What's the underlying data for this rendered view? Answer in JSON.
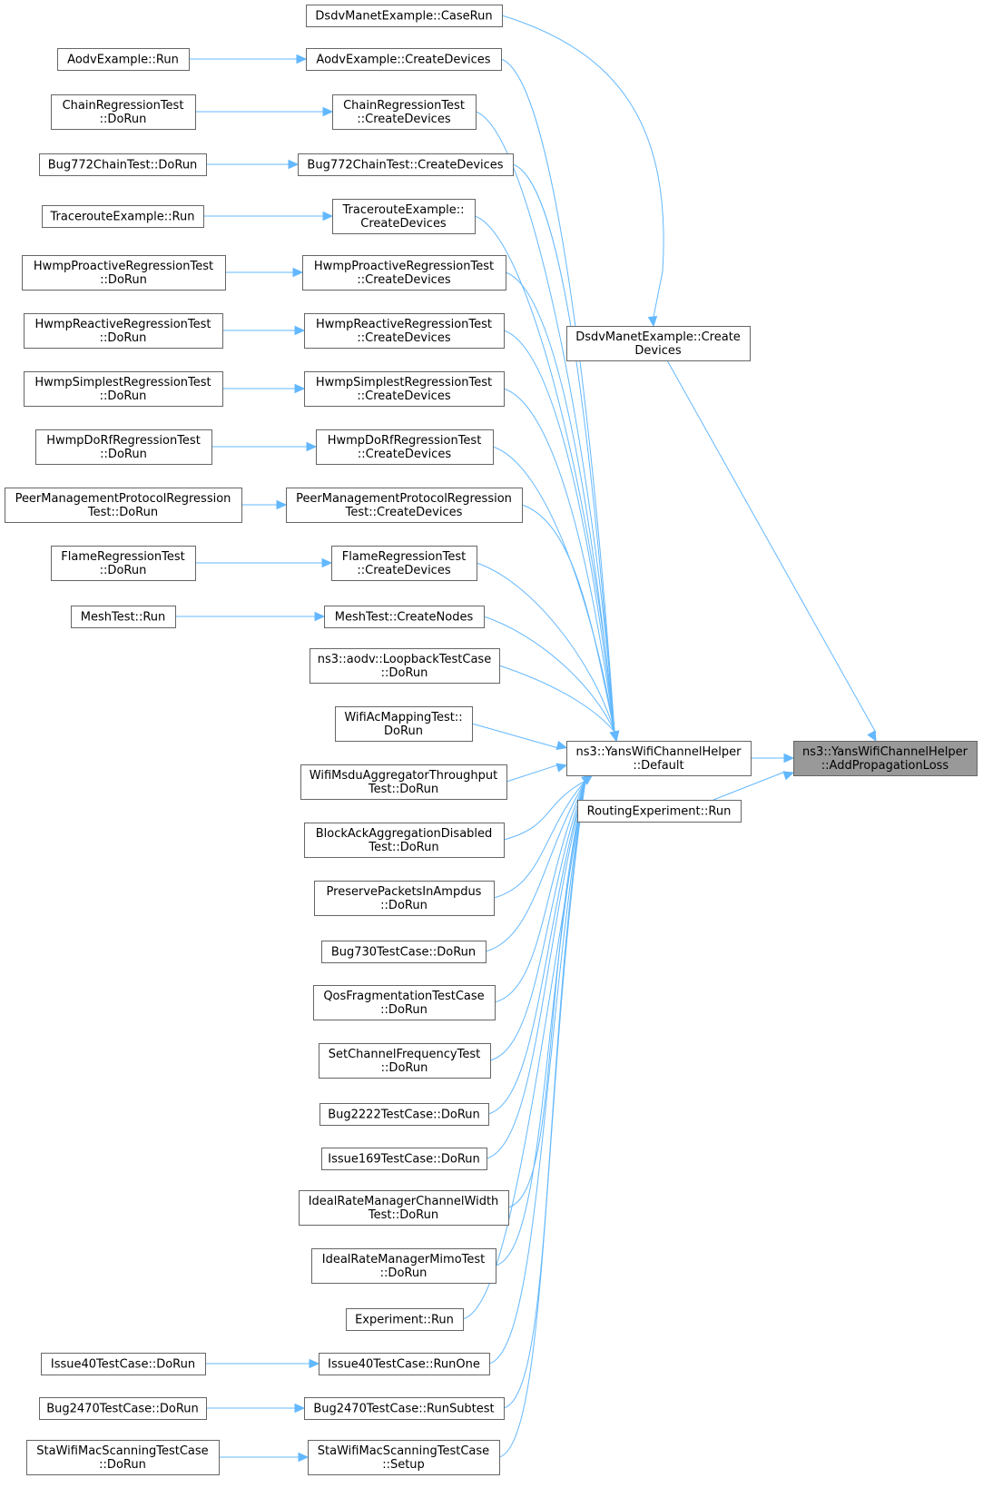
{
  "accent": "#63b8ff",
  "target_fill": "#999999",
  "nodes": {
    "target": [
      "ns3::YansWifiChannelHelper",
      "::AddPropagationLoss"
    ],
    "default": [
      "ns3::YansWifiChannelHelper",
      "::Default"
    ],
    "dsdvCreate": [
      "DsdvManetExample::Create",
      "Devices"
    ],
    "routingRun": [
      "RoutingExperiment::Run"
    ],
    "dsdvCaseRun": [
      "DsdvManetExample::CaseRun"
    ],
    "aodvCreate": [
      "AodvExample::CreateDevices"
    ],
    "aodvRun": [
      "AodvExample::Run"
    ],
    "chainCreate": [
      "ChainRegressionTest",
      "::CreateDevices"
    ],
    "chainRun": [
      "ChainRegressionTest",
      "::DoRun"
    ],
    "bug772Create": [
      "Bug772ChainTest::CreateDevices"
    ],
    "bug772Run": [
      "Bug772ChainTest::DoRun"
    ],
    "traceCreate": [
      "TracerouteExample::",
      "CreateDevices"
    ],
    "traceRun": [
      "TracerouteExample::Run"
    ],
    "hwmpProCreate": [
      "HwmpProactiveRegressionTest",
      "::CreateDevices"
    ],
    "hwmpProRun": [
      "HwmpProactiveRegressionTest",
      "::DoRun"
    ],
    "hwmpReCreate": [
      "HwmpReactiveRegressionTest",
      "::CreateDevices"
    ],
    "hwmpReRun": [
      "HwmpReactiveRegressionTest",
      "::DoRun"
    ],
    "hwmpSimCreate": [
      "HwmpSimplestRegressionTest",
      "::CreateDevices"
    ],
    "hwmpSimRun": [
      "HwmpSimplestRegressionTest",
      "::DoRun"
    ],
    "hwmpDoRfCreate": [
      "HwmpDoRfRegressionTest",
      "::CreateDevices"
    ],
    "hwmpDoRfRun": [
      "HwmpDoRfRegressionTest",
      "::DoRun"
    ],
    "peerCreate": [
      "PeerManagementProtocolRegression",
      "Test::CreateDevices"
    ],
    "peerRun": [
      "PeerManagementProtocolRegression",
      "Test::DoRun"
    ],
    "flameCreate": [
      "FlameRegressionTest",
      "::CreateDevices"
    ],
    "flameRun": [
      "FlameRegressionTest",
      "::DoRun"
    ],
    "meshCreate": [
      "MeshTest::CreateNodes"
    ],
    "meshRun": [
      "MeshTest::Run"
    ],
    "aodvLoop": [
      "ns3::aodv::LoopbackTestCase",
      "::DoRun"
    ],
    "wifiAc": [
      "WifiAcMappingTest::",
      "DoRun"
    ],
    "wifiMsdu": [
      "WifiMsduAggregatorThroughput",
      "Test::DoRun"
    ],
    "blockAck": [
      "BlockAckAggregationDisabled",
      "Test::DoRun"
    ],
    "preserve": [
      "PreservePacketsInAmpdus",
      "::DoRun"
    ],
    "bug730": [
      "Bug730TestCase::DoRun"
    ],
    "qosFrag": [
      "QosFragmentationTestCase",
      "::DoRun"
    ],
    "setChan": [
      "SetChannelFrequencyTest",
      "::DoRun"
    ],
    "bug2222": [
      "Bug2222TestCase::DoRun"
    ],
    "issue169": [
      "Issue169TestCase::DoRun"
    ],
    "idealWidth": [
      "IdealRateManagerChannelWidth",
      "Test::DoRun"
    ],
    "idealMimo": [
      "IdealRateManagerMimoTest",
      "::DoRun"
    ],
    "experiment": [
      "Experiment::Run"
    ],
    "issue40RunOne": [
      "Issue40TestCase::RunOne"
    ],
    "issue40DoRun": [
      "Issue40TestCase::DoRun"
    ],
    "bug2470Sub": [
      "Bug2470TestCase::RunSubtest"
    ],
    "bug2470DoRun": [
      "Bug2470TestCase::DoRun"
    ],
    "staSetup": [
      "StaWifiMacScanningTestCase",
      "::Setup"
    ],
    "staDoRun": [
      "StaWifiMacScanningTestCase",
      "::DoRun"
    ]
  },
  "edges": [
    [
      "default",
      "target"
    ],
    [
      "dsdvCreate",
      "target"
    ],
    [
      "routingRun",
      "target"
    ],
    [
      "dsdvCaseRun",
      "dsdvCreate"
    ],
    [
      "aodvCreate",
      "default"
    ],
    [
      "chainCreate",
      "default"
    ],
    [
      "bug772Create",
      "default"
    ],
    [
      "traceCreate",
      "default"
    ],
    [
      "hwmpProCreate",
      "default"
    ],
    [
      "hwmpReCreate",
      "default"
    ],
    [
      "hwmpSimCreate",
      "default"
    ],
    [
      "hwmpDoRfCreate",
      "default"
    ],
    [
      "peerCreate",
      "default"
    ],
    [
      "flameCreate",
      "default"
    ],
    [
      "meshCreate",
      "default"
    ],
    [
      "aodvLoop",
      "default"
    ],
    [
      "wifiAc",
      "default"
    ],
    [
      "wifiMsdu",
      "default"
    ],
    [
      "blockAck",
      "default"
    ],
    [
      "preserve",
      "default"
    ],
    [
      "bug730",
      "default"
    ],
    [
      "qosFrag",
      "default"
    ],
    [
      "setChan",
      "default"
    ],
    [
      "bug2222",
      "default"
    ],
    [
      "issue169",
      "default"
    ],
    [
      "idealWidth",
      "default"
    ],
    [
      "idealMimo",
      "default"
    ],
    [
      "experiment",
      "default"
    ],
    [
      "issue40RunOne",
      "default"
    ],
    [
      "bug2470Sub",
      "default"
    ],
    [
      "staSetup",
      "default"
    ],
    [
      "aodvRun",
      "aodvCreate"
    ],
    [
      "chainRun",
      "chainCreate"
    ],
    [
      "bug772Run",
      "bug772Create"
    ],
    [
      "traceRun",
      "traceCreate"
    ],
    [
      "hwmpProRun",
      "hwmpProCreate"
    ],
    [
      "hwmpReRun",
      "hwmpReCreate"
    ],
    [
      "hwmpSimRun",
      "hwmpSimCreate"
    ],
    [
      "hwmpDoRfRun",
      "hwmpDoRfCreate"
    ],
    [
      "peerRun",
      "peerCreate"
    ],
    [
      "flameRun",
      "flameCreate"
    ],
    [
      "meshRun",
      "meshCreate"
    ],
    [
      "issue40DoRun",
      "issue40RunOne"
    ],
    [
      "bug2470DoRun",
      "bug2470Sub"
    ],
    [
      "staDoRun",
      "staSetup"
    ]
  ]
}
